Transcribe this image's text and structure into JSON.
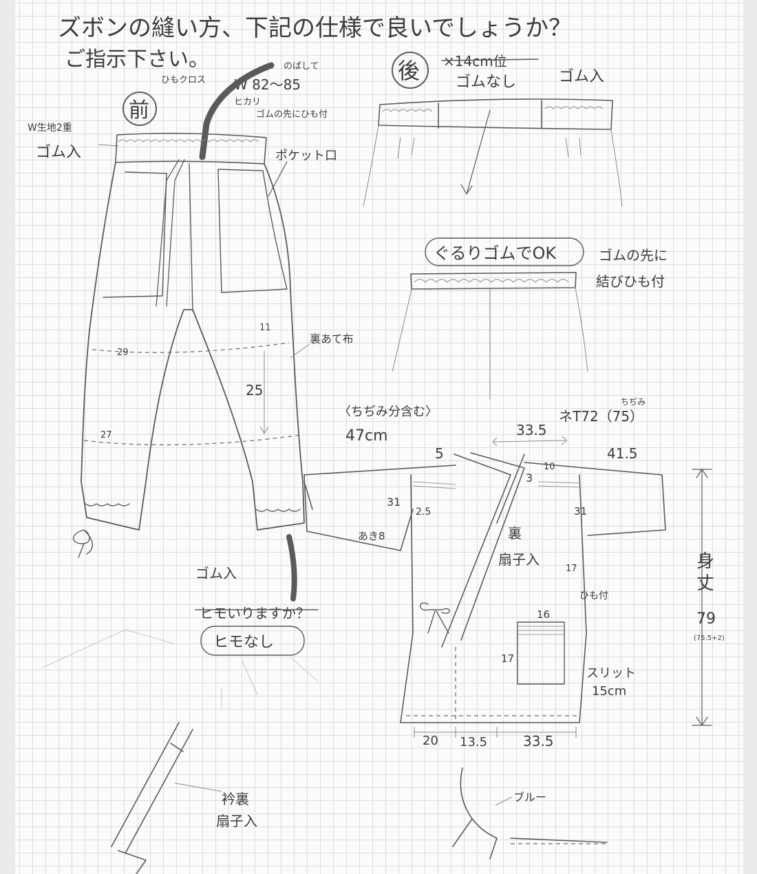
{
  "header": {
    "line1": "ズボンの縫い方、下記の仕様で良いでしょうか？",
    "line2": "ご指示下さい。"
  },
  "pants": {
    "front_mark": "前",
    "himo_cross": "ひもクロス",
    "nobashite": "のばして",
    "waist_size": "W 82〜85",
    "hikari": "ヒカリ",
    "gomu_himo": "ゴムの先にひも付",
    "w_kiji": "W生地2重",
    "gomu_iri": "ゴム入",
    "pocket": "ポケット口",
    "ura_ate": "裏あて布",
    "dim_11": "11",
    "dim_29": "29",
    "dim_25": "25",
    "dim_27": "27",
    "hem_gomu": "ゴム入",
    "himo_q": "ヒモいりますか？",
    "himo_nashi": "ヒモなし"
  },
  "back": {
    "back_mark": "後",
    "struck": "×14cm位",
    "gomu_nashi": "ゴムなし",
    "gomu_iri": "ゴム入",
    "ok_note": "ぐるりゴムでOK",
    "note_line1": "ゴムの先に",
    "note_line2": "結びひも付"
  },
  "jacket": {
    "chijimi_note": "〈ちぢみ分含む〉",
    "sleeve_47": "47cm",
    "neck_label": "ネT72（75）",
    "chijimi_small": "ちぢみ",
    "dim_335_top": "33.5",
    "dim_5": "5",
    "dim_3": "3",
    "dim_10": "10",
    "dim_415": "41.5",
    "dim_31_left": "31",
    "dim_25": "2.5",
    "aki": "あき8",
    "dim_31_right": "31",
    "ura": "裏",
    "sensu_iri": "扇子入",
    "dim_17a": "17",
    "himo_tsuki": "ひも付",
    "dim_16": "16",
    "dim_17b": "17",
    "slit_line1": "スリット",
    "slit_line2": "15cm",
    "mitake_1": "身",
    "mitake_2": "丈",
    "dim_79": "79",
    "dim_small": "(75.5+2)",
    "bottom_20": "20",
    "bottom_135": "13.5",
    "bottom_335": "33.5"
  },
  "details": {
    "collar_line1": "衿裏",
    "collar_line2": "扇子入",
    "blue": "ブルー"
  }
}
